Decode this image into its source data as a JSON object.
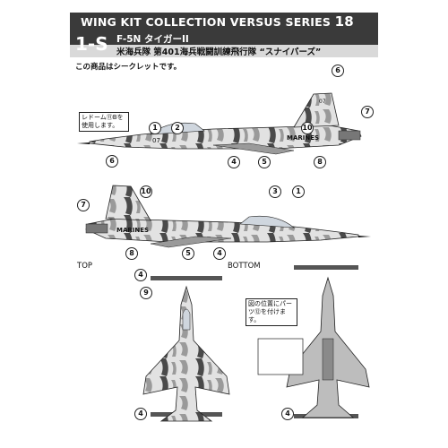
{
  "header": {
    "series_title": "WING KIT COLLECTION VERSUS SERIES",
    "series_number": "18",
    "item_code": "1-S",
    "model_name": "F-5N タイガーII",
    "unit_name": "米海兵隊 第401海兵戦闘訓練飛行隊 “スナイパーズ”",
    "secret_note": "この商品はシークレットです。"
  },
  "notes": {
    "radome": "レドーム⑪Bを使用します。",
    "bottom_parts": "図の位置にパーツ⑫を付けます。"
  },
  "views": {
    "top": "TOP",
    "bottom": "BOTTOM"
  },
  "markings": {
    "marines": "MARINES",
    "tail_code": "07",
    "nose_number": "07"
  },
  "callouts": {
    "c1": "1",
    "c2": "2",
    "c3": "3",
    "c4": "4",
    "c5": "5",
    "c6": "6",
    "c7": "7",
    "c8": "8",
    "c9": "9",
    "c10": "10"
  },
  "colors": {
    "header_bg": "#3a3a3a",
    "camo_light": "#e2e2e2",
    "camo_mid": "#9a9a9a",
    "camo_dark": "#4a4a4a"
  }
}
